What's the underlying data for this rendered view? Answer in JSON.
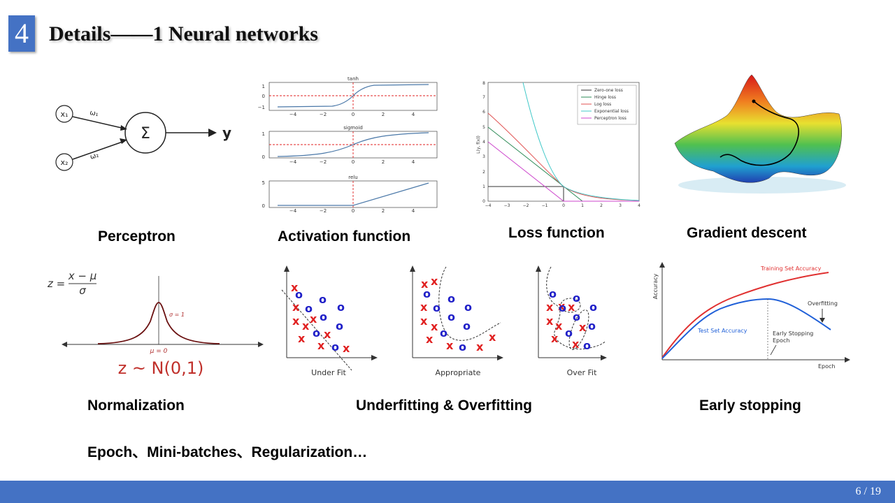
{
  "slide": {
    "number": "4",
    "title": "Details——1 Neural networks",
    "page": "6 / 19"
  },
  "labels": {
    "perceptron": "Perceptron",
    "activation": "Activation function",
    "loss": "Loss function",
    "gradient": "Gradient descent",
    "normalization": "Normalization",
    "fitting": "Underfitting & Overfitting",
    "early_stopping": "Early stopping",
    "bottom_note": "Epoch、Mini-batches、Regularization…"
  },
  "perceptron_fig": {
    "x1": "x₁",
    "x2": "x₂",
    "w1": "ω₁",
    "w2": "ω₂",
    "sum": "Σ",
    "out": "y"
  },
  "activation_fig": {
    "titles": [
      "tanh",
      "sigmoid",
      "relu"
    ],
    "x_ticks": [
      "−4",
      "−2",
      "0",
      "2",
      "4"
    ],
    "y_ticks_tanh": [
      "1",
      "0",
      "−1"
    ],
    "y_ticks_sigmoid": [
      "1",
      "0"
    ],
    "y_ticks_relu": [
      "5",
      "0"
    ]
  },
  "loss_fig": {
    "legend": [
      "Zero-one loss",
      "Hinge loss",
      "Log loss",
      "Exponential loss",
      "Perceptron loss"
    ],
    "colors": [
      "#333333",
      "#2e8b57",
      "#e05050",
      "#40c8c8",
      "#cc44cc"
    ],
    "y_ticks": [
      "0",
      "1",
      "2",
      "3",
      "4",
      "5",
      "6",
      "7",
      "8"
    ],
    "x_ticks": [
      "−4",
      "−3",
      "−2",
      "−1",
      "0",
      "1",
      "2",
      "3",
      "4"
    ],
    "ylabel": "L(y, f(x))"
  },
  "normalization_fig": {
    "formula_lhs": "z =",
    "numerator": "x − μ",
    "denominator": "σ",
    "sigma_label": "σ = 1",
    "mu_label": "μ = 0",
    "dist": "z ~ N(0,1)"
  },
  "fitting_fig": {
    "captions": [
      "Under Fit",
      "Appropriate",
      "Over Fit"
    ],
    "x_mark": "x",
    "o_mark": "o"
  },
  "early_fig": {
    "ylabel": "Accuracy",
    "xlabel": "Epoch",
    "train": "Training Set Accuracy",
    "test": "Test Set Accuracy",
    "overfitting": "Overfitting",
    "early1": "Early Stopping",
    "early2": "Epoch"
  },
  "colors": {
    "accent": "#4472c4",
    "red": "#e02020",
    "blue": "#2020c8"
  }
}
